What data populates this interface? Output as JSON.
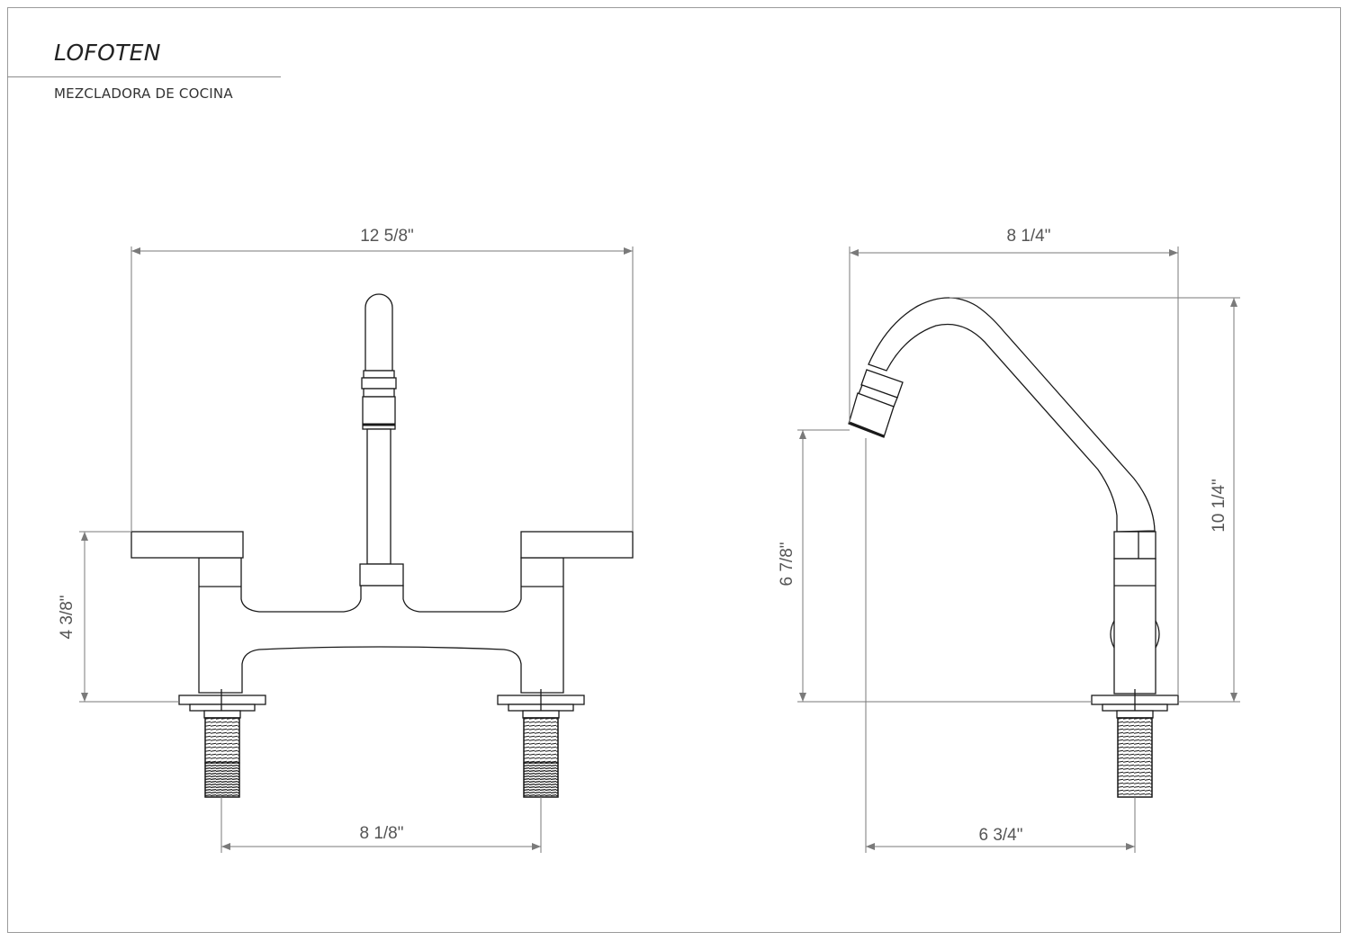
{
  "header": {
    "title": "LOFOTEN",
    "subtitle": "MEZCLADORA DE COCINA"
  },
  "front_view": {
    "overall_width": "12 5/8\"",
    "height": "4 3/8\"",
    "center_spacing": "8 1/8\""
  },
  "side_view": {
    "overall_depth": "8 1/4\"",
    "overall_height": "10 1/4\"",
    "spout_height": "6 7/8\"",
    "spout_reach": "6 3/4\""
  },
  "colors": {
    "line": "#1a1a1a",
    "dimension": "#7a7a7a",
    "text": "#555555"
  }
}
